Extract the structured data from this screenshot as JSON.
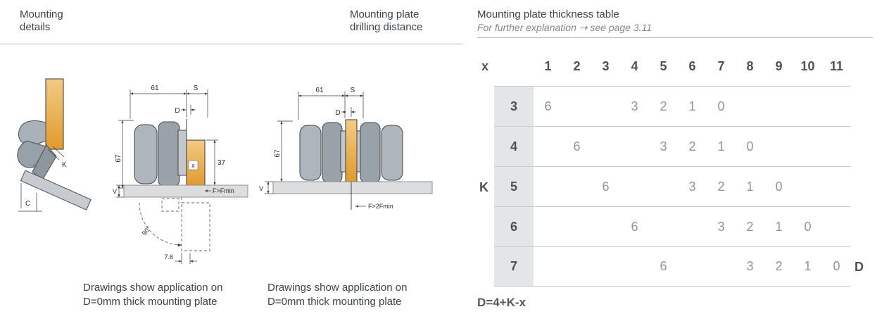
{
  "sections": {
    "left_title": "Mounting\ndetails",
    "middle_title": "Mounting plate\ndrilling distance",
    "right_title": "Mounting plate thickness table",
    "right_subtitle": "For further explanation ⇢ see page 3.11"
  },
  "captions": {
    "left": "Drawings show application on\nD=0mm thick mounting plate",
    "middle": "Drawings show application on\nD=0mm thick mounting plate"
  },
  "diagrams": {
    "open_hinge": {
      "k_label": "K",
      "c_label": "C"
    },
    "section1": {
      "width_61": "61",
      "s_label": "S",
      "d_label": "D",
      "height_67": "67",
      "x_label": "x",
      "depth_37": "37",
      "v_label": "V",
      "f_label": "F>Fmin",
      "angle_label": "90°",
      "offset_76": "7.6"
    },
    "section2": {
      "width_61": "61",
      "s_label": "S",
      "d_label": "D",
      "height_67": "67",
      "v_label": "V",
      "f_label": "F>2Fmin"
    }
  },
  "table": {
    "x_header": "x",
    "k_label": "K",
    "d_label": "D",
    "columns": [
      "1",
      "2",
      "3",
      "4",
      "5",
      "6",
      "7",
      "8",
      "9",
      "10",
      "11"
    ],
    "rows": [
      {
        "k": "3",
        "cells": [
          "6",
          "",
          "",
          "3",
          "2",
          "1",
          "0",
          "",
          "",
          "",
          ""
        ]
      },
      {
        "k": "4",
        "cells": [
          "",
          "6",
          "",
          "",
          "3",
          "2",
          "1",
          "0",
          "",
          "",
          ""
        ]
      },
      {
        "k": "5",
        "cells": [
          "",
          "",
          "6",
          "",
          "",
          "3",
          "2",
          "1",
          "0",
          "",
          ""
        ]
      },
      {
        "k": "6",
        "cells": [
          "",
          "",
          "",
          "6",
          "",
          "",
          "3",
          "2",
          "1",
          "0",
          ""
        ]
      },
      {
        "k": "7",
        "cells": [
          "",
          "",
          "",
          "",
          "6",
          "",
          "",
          "3",
          "2",
          "1",
          "0"
        ]
      }
    ],
    "formula": "D=4+K-x"
  },
  "colors": {
    "panel_orange": "#E8A63E",
    "hinge_gray": "#A7AFB6",
    "table_shade": "#E3E5E6",
    "grid_line": "#C7CACB",
    "text_dark": "#4C5155",
    "text_muted": "#8F9498"
  }
}
